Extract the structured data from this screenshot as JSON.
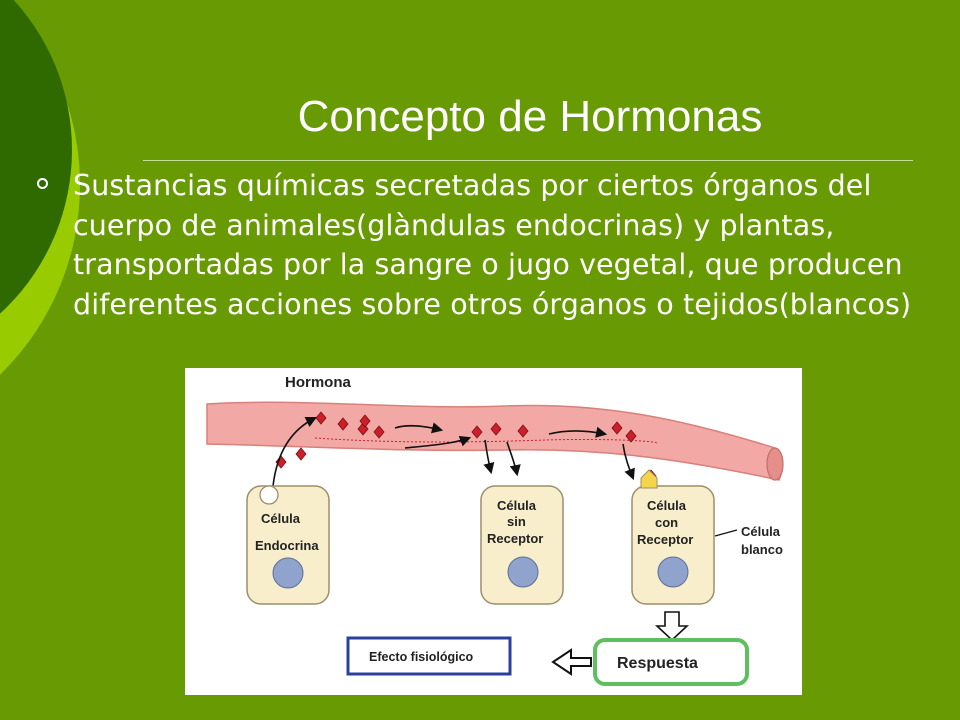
{
  "slide": {
    "title": "Concepto de Hormonas",
    "bullet": "Sustancias químicas secretadas por ciertos órganos del cuerpo de animales(glàndulas endocrinas) y plantas, transportadas por la sangre o jugo vegetal, que producen diferentes acciones sobre otros órganos o tejidos(blancos)",
    "colors": {
      "background": "#679a03",
      "circle_outer": "#99cc00",
      "circle_inner": "#2e6a00",
      "text": "#ffffff"
    }
  },
  "diagram": {
    "hormona_label": "Hormona",
    "endocrine_cell": [
      "Célula",
      "Endocrina"
    ],
    "cell_no_receptor": [
      "Célula",
      "sin",
      "Receptor"
    ],
    "cell_with_receptor": [
      "Célula",
      "con",
      "Receptor"
    ],
    "target_cell": [
      "Célula",
      "blanco"
    ],
    "effect_box": "Efecto fisiológico",
    "response_box": "Respuesta",
    "colors": {
      "vessel": "#f2a9a5",
      "vessel_edge": "#d8807b",
      "hormone": "#cc1f2a",
      "cell_fill": "#f8eecb",
      "cell_edge": "#9c8e6b",
      "nucleus": "#8fa3cc",
      "receptor": "#f4d54a",
      "effect_border": "#2a3f9e",
      "response_border": "#5fbf5f"
    }
  }
}
